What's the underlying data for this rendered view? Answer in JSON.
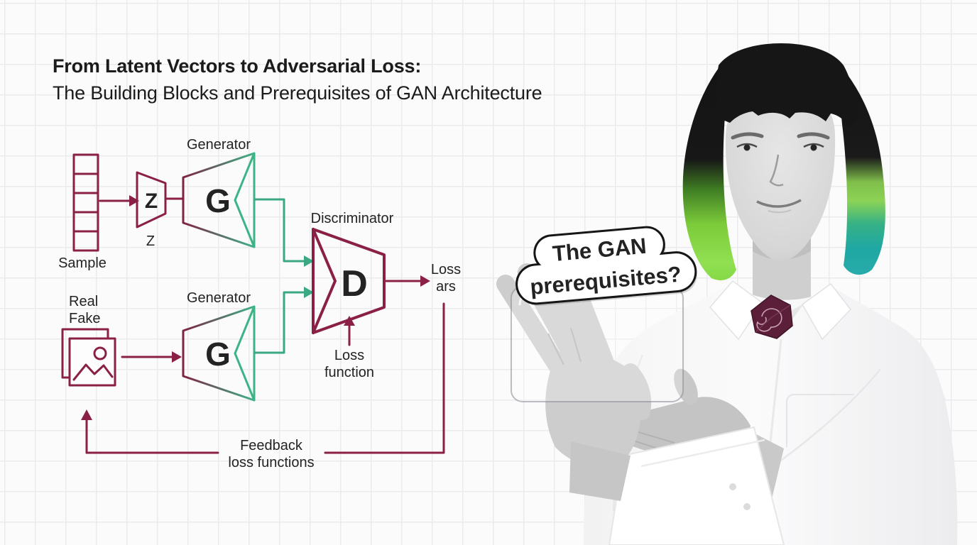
{
  "title": {
    "line1": "From Latent Vectors to Adversarial Loss:",
    "line2": "The Building Blocks and Prerequisites of GAN Architecture"
  },
  "diagram": {
    "sample_label": "Sample",
    "latent_letter": "Z",
    "latent_label": "Z",
    "generator_top_label": "Generator",
    "generator_top_letter": "G",
    "generator_bottom_label": "Generator",
    "generator_bottom_letter": "G",
    "discriminator_label": "Discriminator",
    "discriminator_letter": "D",
    "real_label": "Real",
    "fake_label": "Fake",
    "loss_output_line1": "Loss",
    "loss_output_line2": "ars",
    "loss_function_line1": "Loss",
    "loss_function_line2": "function",
    "feedback_line1": "Feedback",
    "feedback_line2": "loss functions"
  },
  "speech_bubble": {
    "line1": "The GAN",
    "line2": "prerequisites?"
  },
  "colors": {
    "maroon": "#8a2045",
    "letter_maroon": "#9b2350",
    "green": "#3aa982",
    "lime_hair": "#8bdd4d",
    "teal_hair": "#24a9a6",
    "ink": "#1f1f1f",
    "grid_line": "#ebebee",
    "background": "#fbfbfc"
  }
}
